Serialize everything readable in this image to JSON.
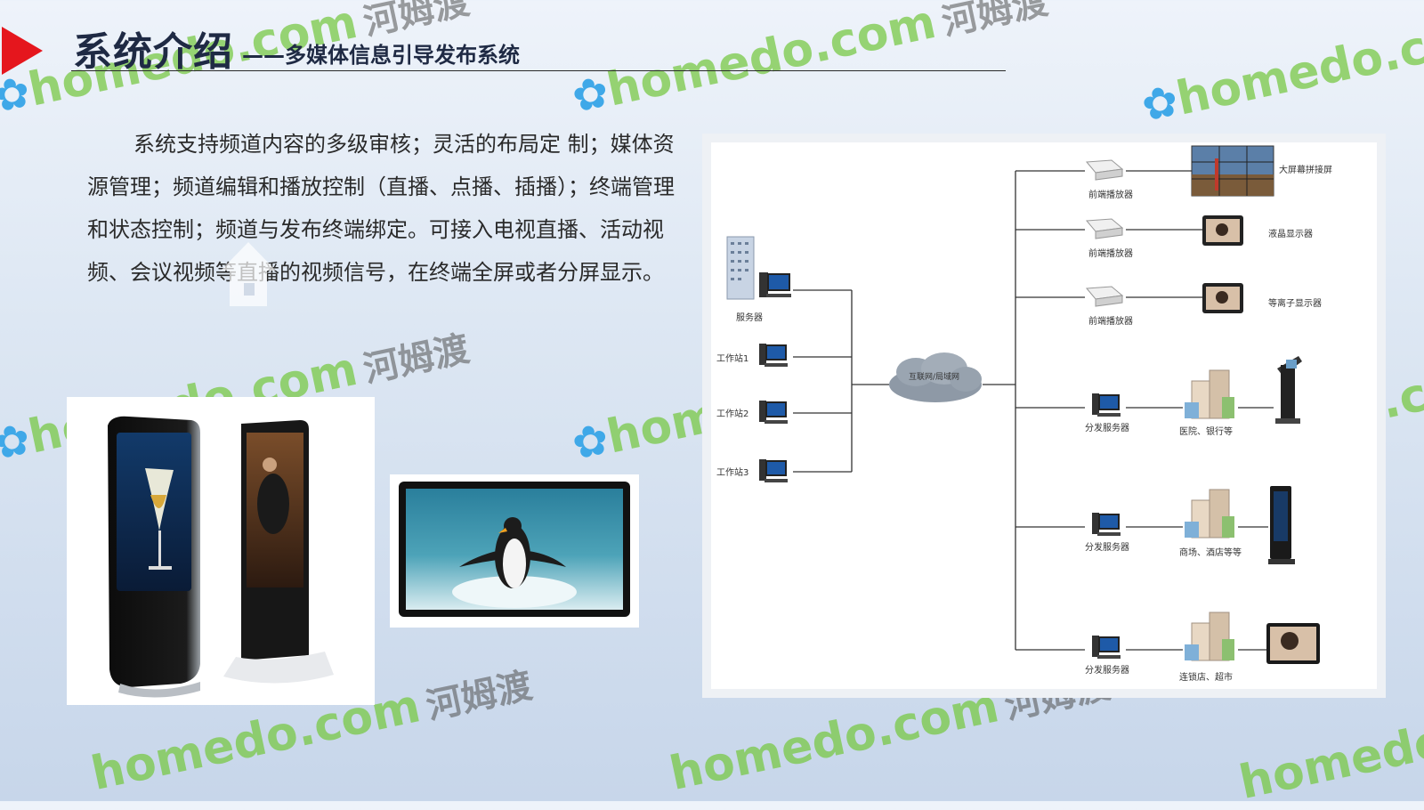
{
  "slide": {
    "title": "系统介绍",
    "subtitle": "——多媒体信息引导发布系统",
    "intro_text": "系统支持频道内容的多级审核；灵活的布局定 制；媒体资源管理；频道编辑和播放控制（直播、点播、插播）；终端管理和状态控制；频道与发布终端绑定。可接入电视直播、活动视频、会议视频等直播的视频信号，在终端全屏或者分屏显示。"
  },
  "watermark": {
    "en": "homedo.com",
    "cn": "河姆渡"
  },
  "diagram": {
    "server": "服务器",
    "workstations": [
      "工作站1",
      "工作站2",
      "工作站3"
    ],
    "network": "互联网/局域网",
    "front_players": [
      "前端播放器",
      "前端播放器",
      "前端播放器"
    ],
    "displays": [
      "大屏幕拼接屏",
      "液晶显示器",
      "等离子显示器"
    ],
    "dist_servers": [
      "分发服务器",
      "分发服务器",
      "分发服务器"
    ],
    "venues": [
      "医院、银行等",
      "商场、酒店等等",
      "连锁店、超市"
    ]
  },
  "colors": {
    "accent_red": "#e5161d",
    "title": "#1f2a44",
    "watermark_green": "#78c846",
    "watermark_blue": "#3fa8e8"
  }
}
